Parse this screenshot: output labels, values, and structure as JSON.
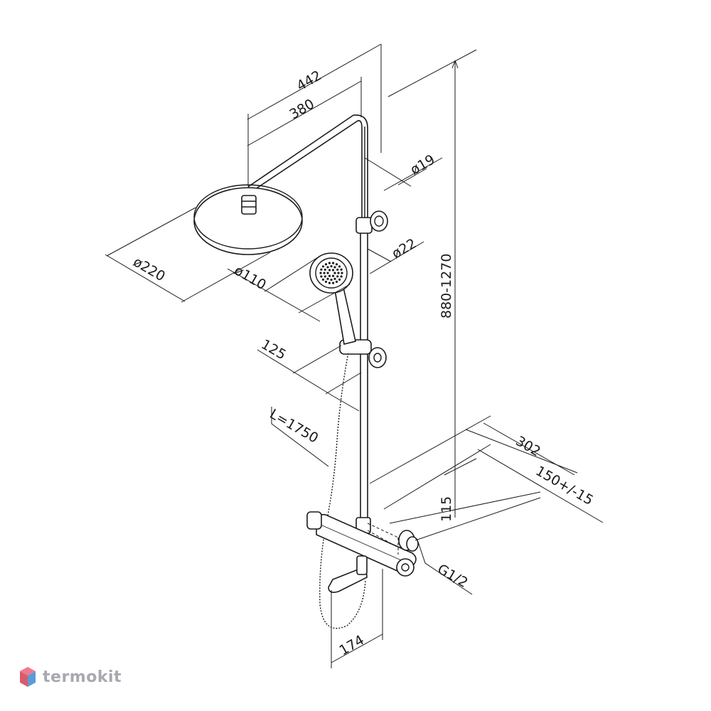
{
  "drawing": {
    "dimensions": {
      "d442": "442",
      "d380": "380",
      "d19": "ø19",
      "d22": "ø22",
      "d220": "ø220",
      "d110": "ø110",
      "h880": "880-1270",
      "d125": "125",
      "hose": "L=1750",
      "d302": "302",
      "d150": "150+/-15",
      "d115": "115",
      "thread": "G1/2",
      "d174": "174"
    }
  },
  "brand": {
    "name": "termokit",
    "colors": {
      "top": "#f07a8a",
      "left": "#d95b6d",
      "right": "#5b9bd5"
    }
  }
}
